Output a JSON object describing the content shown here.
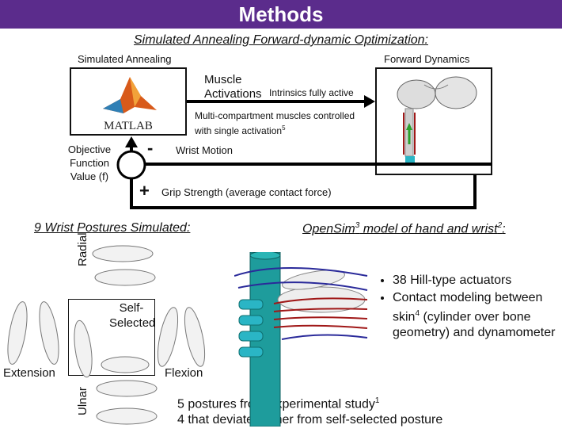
{
  "header": {
    "title": "Methods"
  },
  "optimization": {
    "title": "Simulated Annealing Forward-dynamic Optimization:",
    "sa_label": "Simulated Annealing",
    "fd_label": "Forward Dynamics",
    "matlab_logo_text": "MATLAB",
    "muscle_activations": "Muscle Activations",
    "intrinsics": "Intrinsics fully active",
    "multi_compartment": "Multi-compartment muscles controlled with single activation",
    "multi_compartment_sup": "5",
    "objective": "Objective Function Value (f)",
    "minus_sign": "-",
    "wrist_motion": "Wrist Motion",
    "plus_sign": "+",
    "grip_strength": "Grip Strength (average contact force)"
  },
  "postures": {
    "title": "9 Wrist Postures Simulated:",
    "radial": "Radial",
    "ulnar": "Ulnar",
    "self_selected": "Self-Selected",
    "extension": "Extension",
    "flexion": "Flexion",
    "note_line1": "5 postures from experimental study",
    "note_line1_sup": "1",
    "note_line2": "4 that deviate farther from self-selected posture"
  },
  "model": {
    "title_part1": "OpenSim",
    "title_sup1": "3",
    "title_part2": " model of hand and wrist",
    "title_sup2": "2",
    "title_colon": ":",
    "bullet1": "38 Hill-type actuators",
    "bullet2_a": "Contact modeling between skin",
    "bullet2_sup": "4",
    "bullet2_b": "  (cylinder over bone geometry) and dynamometer"
  },
  "colors": {
    "banner": "#5b2c8c",
    "dynamometer": "#1e9c9c",
    "muscle_red": "#a01818",
    "muscle_blue": "#2a2a9a"
  }
}
